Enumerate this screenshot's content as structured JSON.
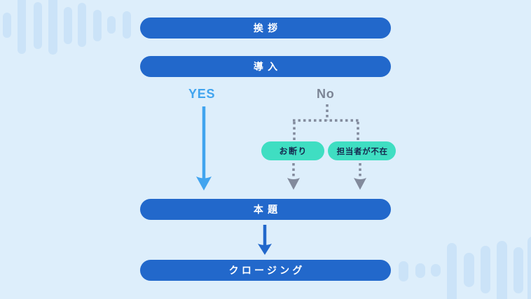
{
  "flowchart": {
    "nodes": {
      "greeting": "挨拶",
      "introduction": "導入",
      "main_topic": "本題",
      "closing": "クロージング"
    },
    "branch_labels": {
      "yes": "YES",
      "no": "No"
    },
    "no_outcomes": {
      "rejection": "お断り",
      "absent": "担当者が不在"
    },
    "colors": {
      "background": "#ddeefb",
      "decoration_bars": "#cbe3f8",
      "node_blue": "#2268cb",
      "node_text": "#ffffff",
      "yes_arrow_blue": "#41a4ef",
      "no_dotted_gray": "#828a9c",
      "outcome_teal": "#3fdec2",
      "outcome_text_navy": "#15284e"
    }
  }
}
